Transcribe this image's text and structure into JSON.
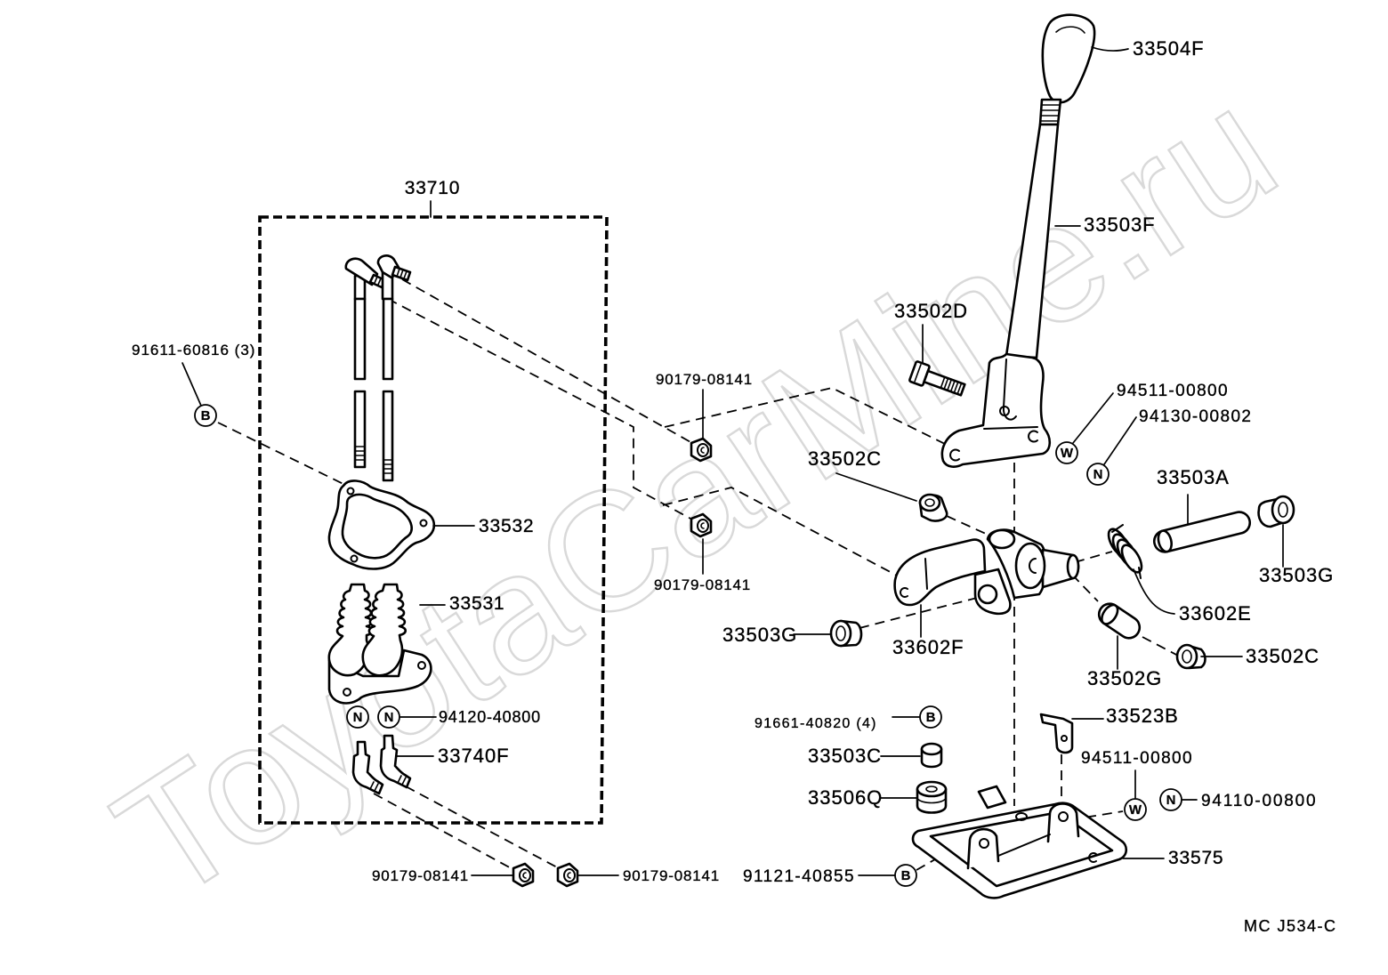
{
  "watermark": "ToyotaCarMine.ru",
  "figure_code": "MC J534-C",
  "labels": {
    "knob": "33504F",
    "lever": "33503F",
    "lever_bolt": "33502D",
    "assembly": "33710",
    "bolt_set_upper": "91611-60816 (3)",
    "nut_upper_1": "90179-08141",
    "washer_upper": "94511-00800",
    "nut_lever": "94130-00802",
    "bushing_upper": "33502C",
    "tube_right": "33503A",
    "gasket": "33532",
    "bushing_right": "33503G",
    "nut_upper_2": "90179-08141",
    "spring": "33602E",
    "boot": "33531",
    "bushing_left": "33503G",
    "select_lever": "33602F",
    "bushing_lower_right": "33502C",
    "tube_lower": "33502G",
    "nut_boot": "94120-40800",
    "bolt_set_lower": "91661-40820 (4)",
    "bracket": "33523B",
    "ball_stud": "33740F",
    "collar": "33503C",
    "cushion": "33506Q",
    "washer_lower": "94511-00800",
    "nut_lower": "94110-00800",
    "base": "33575",
    "nut_bottom_left": "90179-08141",
    "nut_bottom_right": "90179-08141",
    "bolt_base": "91121-40855"
  },
  "marks": {
    "bolt_b_upper": "B",
    "washer_w_upper": "W",
    "nut_n_upper": "N",
    "nut_n_boot_left": "N",
    "nut_n_boot_right": "N",
    "bolt_b_middle": "B",
    "washer_w_lower": "W",
    "nut_n_lower": "N",
    "bolt_b_lower": "B"
  }
}
